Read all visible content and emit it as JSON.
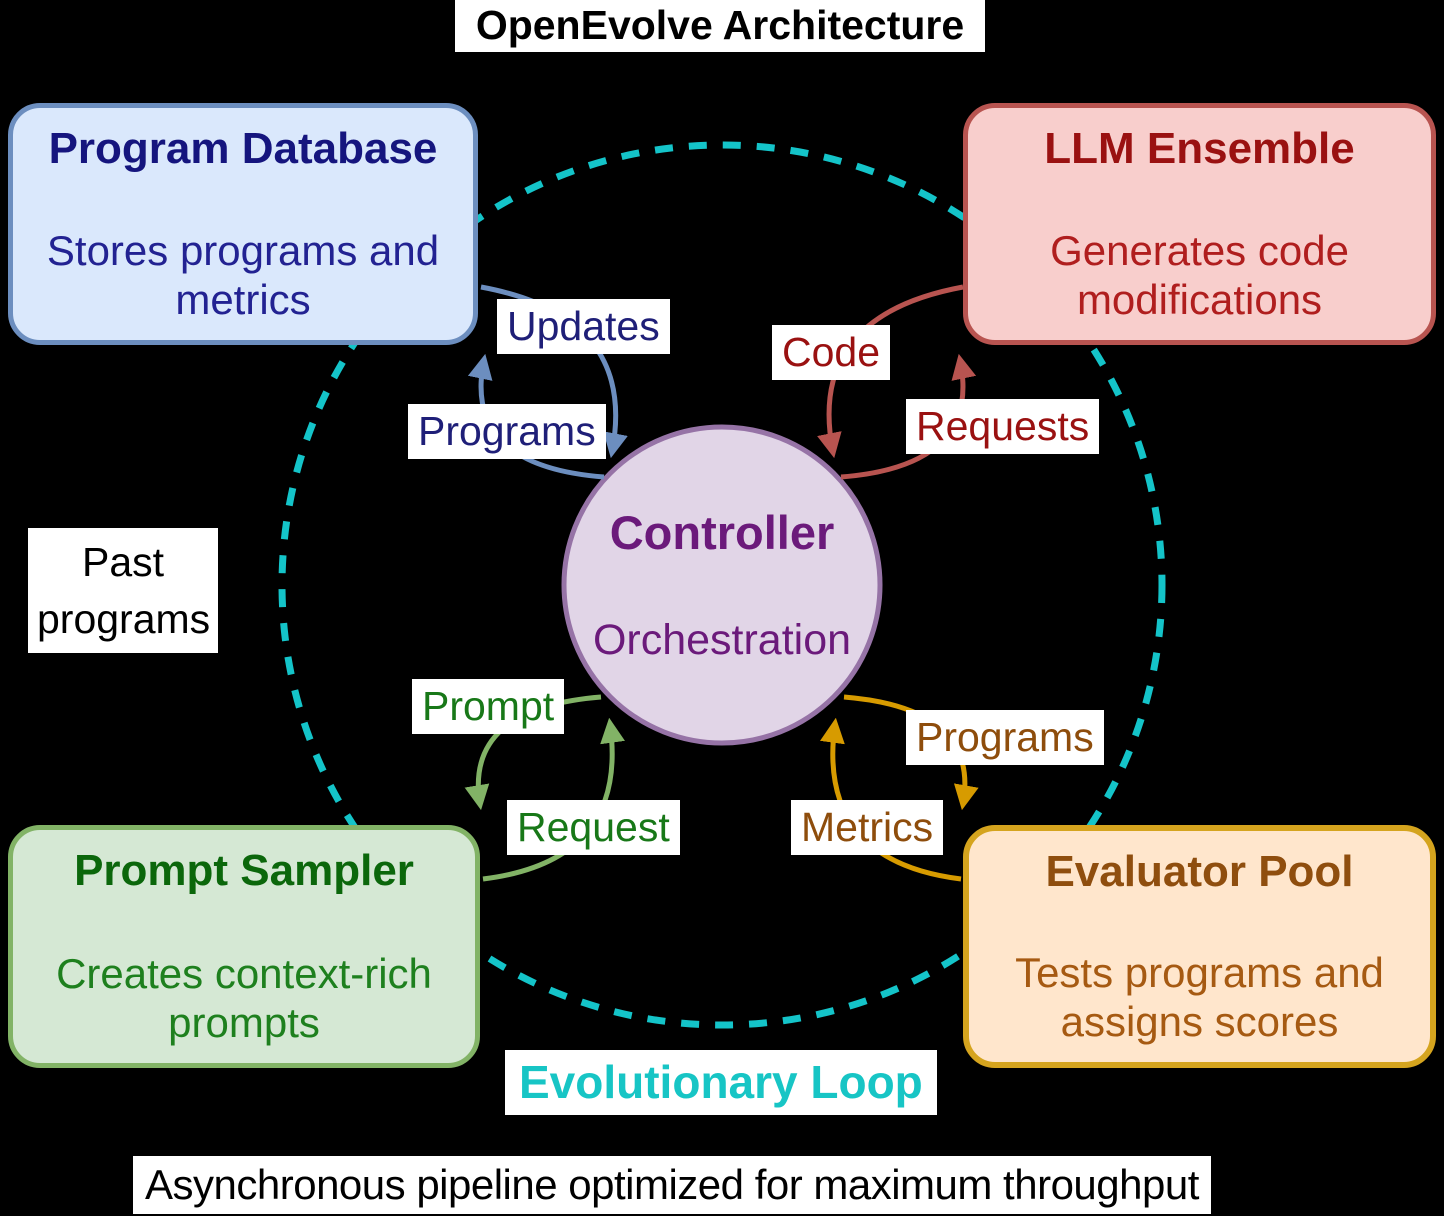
{
  "title": "OpenEvolve Architecture",
  "caption": "Asynchronous pipeline optimized for maximum throughput",
  "loop_label": "Evolutionary Loop",
  "past_programs_label": "Past programs",
  "controller": {
    "title": "Controller",
    "subtitle": "Orchestration"
  },
  "boxes": {
    "program_database": {
      "title": "Program Database",
      "description": "Stores programs and metrics",
      "fill": "#DAE8FC",
      "border": "#6C8EBF",
      "text": "#15157E"
    },
    "llm_ensemble": {
      "title": "LLM Ensemble",
      "description": "Generates code modifications",
      "fill": "#F8CECC",
      "border": "#B85450",
      "text": "#9A1111"
    },
    "prompt_sampler": {
      "title": "Prompt Sampler",
      "description": "Creates context-rich prompts",
      "fill": "#D5E8D4",
      "border": "#82B366",
      "text": "#0B670B"
    },
    "evaluator_pool": {
      "title": "Evaluator Pool",
      "description": "Tests programs and assigns scores",
      "fill": "#FFE6CC",
      "border": "#D5A41E",
      "text": "#8F4E0E"
    }
  },
  "edges": {
    "updates": {
      "label": "Updates",
      "color": "#6C8EBF",
      "from": "Controller",
      "to": "Program Database"
    },
    "programs_db": {
      "label": "Programs",
      "color": "#6C8EBF",
      "from": "Program Database",
      "to": "Controller"
    },
    "code": {
      "label": "Code",
      "color": "#B85450",
      "from": "LLM Ensemble",
      "to": "Controller"
    },
    "requests": {
      "label": "Requests",
      "color": "#B85450",
      "from": "Controller",
      "to": "LLM Ensemble"
    },
    "prompt": {
      "label": "Prompt",
      "color": "#82B366",
      "from": "Controller",
      "to": "Prompt Sampler"
    },
    "request": {
      "label": "Request",
      "color": "#82B366",
      "from": "Prompt Sampler",
      "to": "Controller"
    },
    "programs_eval": {
      "label": "Programs",
      "color": "#D79B00",
      "from": "Controller",
      "to": "Evaluator Pool"
    },
    "metrics": {
      "label": "Metrics",
      "color": "#D79B00",
      "from": "Evaluator Pool",
      "to": "Controller"
    }
  },
  "colors": {
    "background": "#000000",
    "loop_dash": "#14C4C9",
    "loop_text": "#17C5C5",
    "controller_fill": "#E1D5E7",
    "controller_border": "#9673A6",
    "controller_text": "#6B1A7B"
  }
}
